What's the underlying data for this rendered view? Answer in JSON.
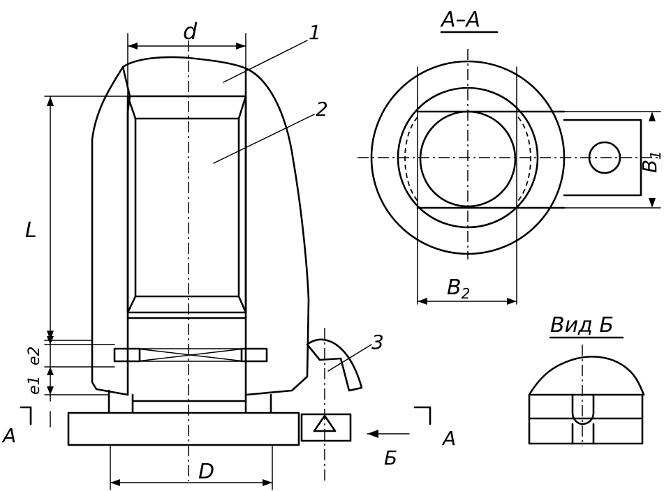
{
  "labels": {
    "dim_d": "d",
    "dim_L": "L",
    "dim_D": "D",
    "dim_B1": "B1",
    "dim_B2": "B2",
    "dim_e1": "e1",
    "dim_e2": "e2",
    "callout_1": "1",
    "callout_2": "2",
    "callout_3": "3",
    "section_title": "A–A",
    "view_title": "Вид Б",
    "section_mark_left": "А",
    "section_mark_right": "А",
    "view_arrow_letter": "Б"
  },
  "colors": {
    "ink": "#000000",
    "paper": "#ffffff"
  }
}
